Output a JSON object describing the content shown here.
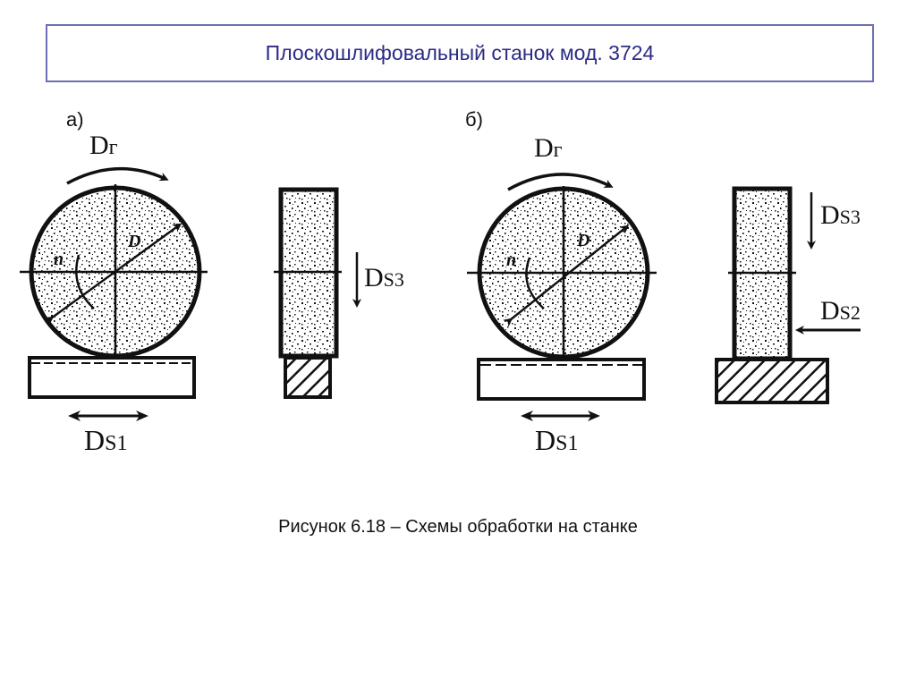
{
  "slide": {
    "title": "Плоскошлифовальный станок мод. 3724",
    "caption": "Рисунок 6.18 – Схемы обработки на станке",
    "colors": {
      "title_text": "#2b2b86",
      "title_border": "#6e6eb5",
      "ink": "#111111",
      "background": "#ffffff"
    }
  },
  "diagram_a": {
    "label": "а)",
    "wheel_rotation": {
      "main": "D",
      "sub": "г"
    },
    "wheel_labels": {
      "speed": "n",
      "diameter": "D"
    },
    "table_feed": {
      "main": "D",
      "sub": "S1"
    },
    "side_view_feed": {
      "main": "D",
      "sub": "S3"
    }
  },
  "diagram_b": {
    "label": "б)",
    "wheel_rotation": {
      "main": "D",
      "sub": "г"
    },
    "wheel_labels": {
      "speed": "n",
      "diameter": "D"
    },
    "table_feed": {
      "main": "D",
      "sub": "S1"
    },
    "side_view_vertical_feed": {
      "main": "D",
      "sub": "S3"
    },
    "side_view_cross_feed": {
      "main": "D",
      "sub": "S2"
    }
  }
}
